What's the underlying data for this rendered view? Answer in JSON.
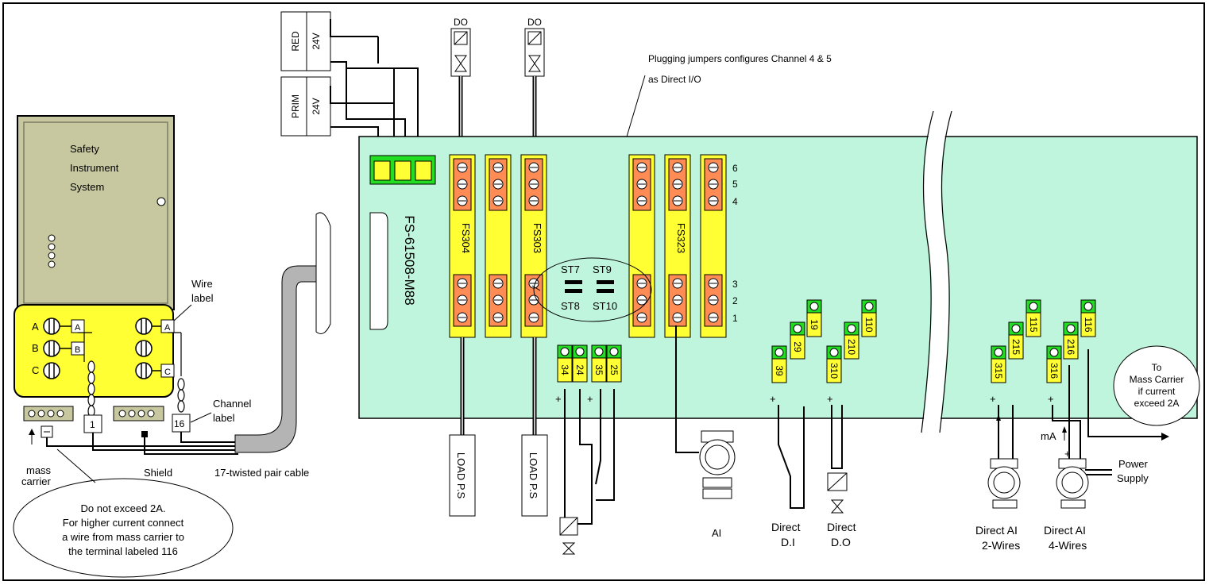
{
  "sis": {
    "title_lines": [
      "Safety",
      "Instrument",
      "System"
    ]
  },
  "terminals": {
    "row_labels": [
      "A",
      "B",
      "C"
    ],
    "tag_a": "A",
    "tag_b": "B",
    "tag_c": "C"
  },
  "wire_label": [
    "Wire",
    "label"
  ],
  "channel_label": [
    "Channel",
    "label"
  ],
  "channel_tags": [
    "1",
    "16"
  ],
  "mass_carrier": [
    "mass",
    "carrier"
  ],
  "shield": "Shield",
  "cable": "17-twisted pair cable",
  "note_2a": [
    "Do not exceed 2A.",
    "For higher current connect",
    "a wire from mass carrier to",
    "the terminal labeled 116"
  ],
  "supplies": {
    "red": "RED",
    "prim": "PRIM",
    "volt": "24V"
  },
  "do_label": "DO",
  "board": {
    "model": "FS-61508-M88",
    "modules": [
      "FS304",
      "FS303",
      "FS323"
    ],
    "channel_numbers": [
      "6",
      "5",
      "4",
      "3",
      "2",
      "1"
    ],
    "jumpers": [
      "ST7",
      "ST9",
      "ST8",
      "ST10"
    ],
    "jumper_note": [
      "Plugging jumpers configures Channel 4 & 5",
      "as Direct I/O"
    ]
  },
  "load_ps": "LOAD P.S",
  "field_terminals": {
    "g1": [
      "34",
      "24"
    ],
    "g2": [
      "35",
      "25"
    ],
    "di": [
      "39",
      "29",
      "19"
    ],
    "do": [
      "310",
      "210",
      "110"
    ],
    "ai2": [
      "315",
      "215",
      "115"
    ],
    "ai4": [
      "316",
      "216",
      "116"
    ]
  },
  "devices": {
    "ai": "AI",
    "direct_di": [
      "Direct",
      "D.I"
    ],
    "direct_do": [
      "Direct",
      "D.O"
    ],
    "ai2w": [
      "Direct AI",
      "2-Wires"
    ],
    "ai4w": [
      "Direct AI",
      "4-Wires"
    ],
    "ma": "mA",
    "power_supply": [
      "Power",
      "Supply"
    ],
    "to_mass": [
      "To",
      "Mass Carrier",
      "if current",
      "exceed 2A"
    ]
  },
  "colors": {
    "board": "#bff5dc",
    "module": "#ffff33",
    "screw": "#ff8c55",
    "green": "#22dd22",
    "sis_box": "#c8c8a0",
    "sis_terminal": "#ffff33"
  }
}
